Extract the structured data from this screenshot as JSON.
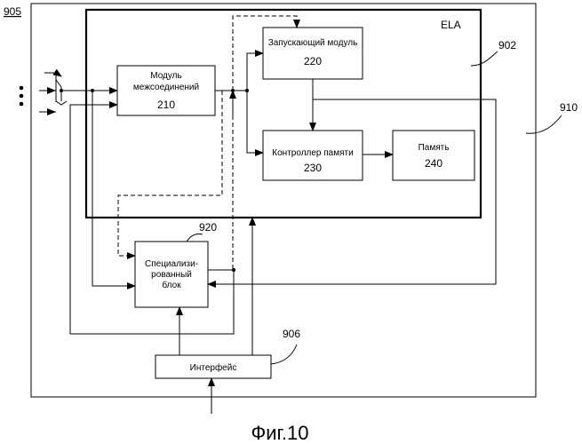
{
  "labels": {
    "outer_ref": "905",
    "system_ref": "910",
    "ela_title": "ELA",
    "ela_ref": "902",
    "special_ref": "920",
    "interface_ref": "906",
    "caption": "Фиг.10"
  },
  "blocks": {
    "interconnect": {
      "line1": "Модуль",
      "line2": "межсоединений",
      "num": "210"
    },
    "trigger": {
      "line1": "Запускающий модуль",
      "num": "220"
    },
    "memctrl": {
      "line1": "Контроллер памяти",
      "num": "230"
    },
    "memory": {
      "line1": "Память",
      "num": "240"
    },
    "special": {
      "line1": "Специализи-",
      "line2": "рованный",
      "line3": "блок"
    },
    "interface": {
      "line1": "Интерфейс"
    }
  },
  "colors": {
    "line": "#000000",
    "background": "#ffffff"
  }
}
